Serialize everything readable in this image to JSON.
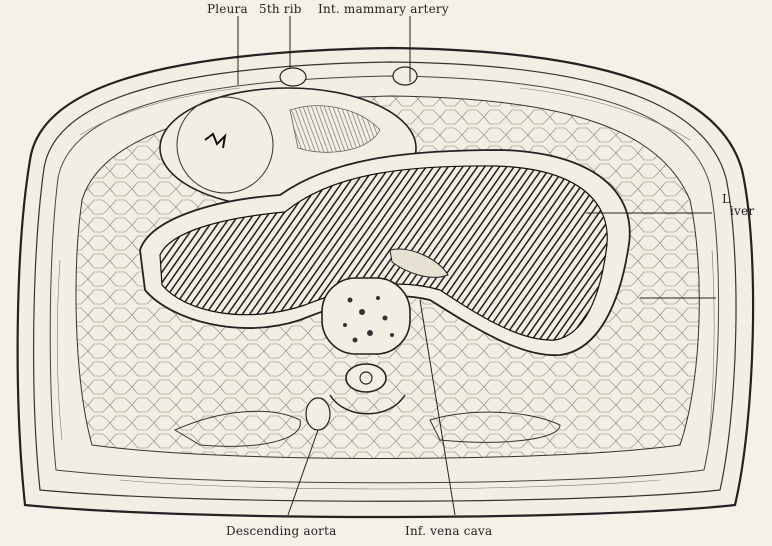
{
  "labels": {
    "pleura": "Pleura",
    "fifth_rib": "5th rib",
    "int_mammary_artery": "Int. mammary artery",
    "liver_L": "L",
    "liver_rest": "iver",
    "descending_aorta": "Descending aorta",
    "inf_vena_cava": "Inf. vena cava"
  }
}
